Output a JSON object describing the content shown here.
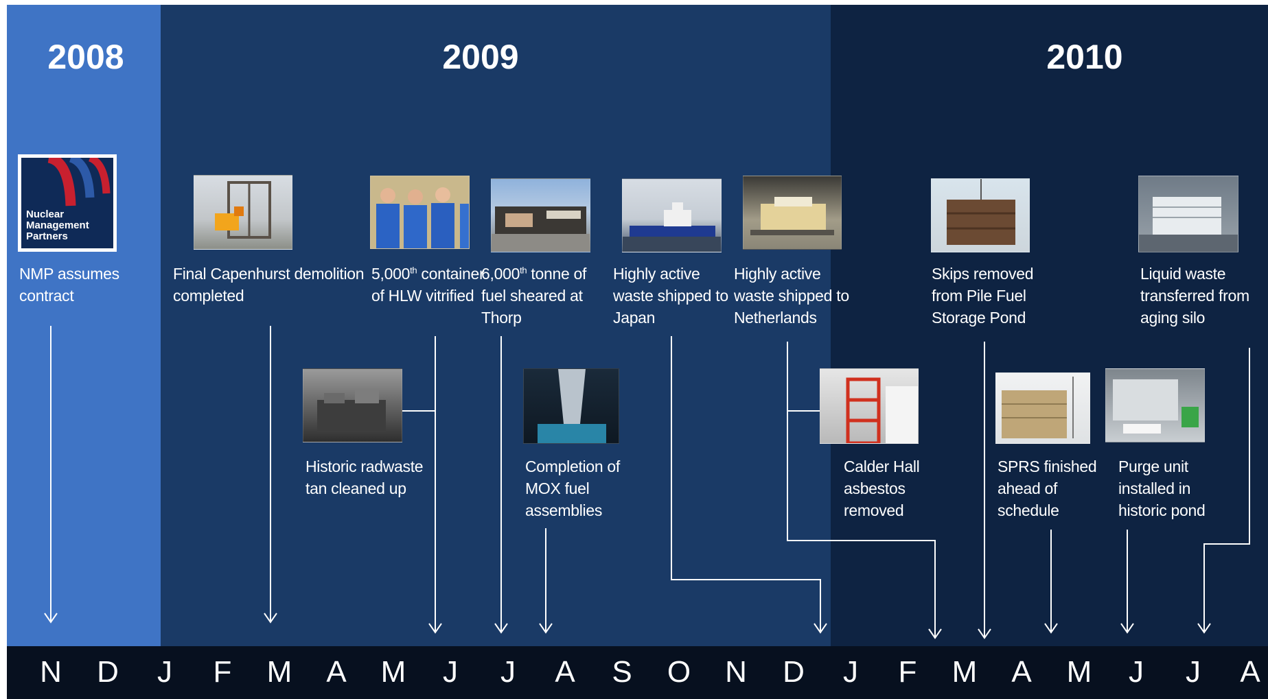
{
  "years": {
    "y2008": "2008",
    "y2009": "2009",
    "y2010": "2010"
  },
  "logo": {
    "line1": "Nuclear",
    "line2": "Management",
    "line3": "Partners"
  },
  "events": {
    "nmp": {
      "l1": "NMP assumes",
      "l2": "contract"
    },
    "capenhurst": {
      "l1": "Final Capenhurst demolition",
      "l2": "completed"
    },
    "hlw": {
      "num": "5,000",
      "sup": "th",
      "rest": " container",
      "l2": "of HLW vitrified"
    },
    "thorp": {
      "num": "6,000",
      "sup": "th",
      "rest": " tonne of",
      "l2": "fuel sheared at",
      "l3": "Thorp"
    },
    "japan": {
      "l1": "Highly active",
      "l2": "waste shipped to",
      "l3": "Japan"
    },
    "netherlands": {
      "l1": "Highly active",
      "l2": "waste shipped to",
      "l3": "Netherlands"
    },
    "skips": {
      "l1": "Skips removed",
      "l2": "from Pile Fuel",
      "l3": "Storage Pond"
    },
    "liquid": {
      "l1": "Liquid waste",
      "l2": "transferred from",
      "l3": "aging silo"
    },
    "radwaste": {
      "l1": "Historic radwaste",
      "l2": "tan cleaned up"
    },
    "mox": {
      "l1": "Completion of",
      "l2": "MOX fuel",
      "l3": "assemblies"
    },
    "calder": {
      "l1": "Calder Hall",
      "l2": "asbestos",
      "l3": "removed"
    },
    "sprs": {
      "l1": "SPRS finished",
      "l2": "ahead of",
      "l3": "schedule"
    },
    "purge": {
      "l1": "Purge unit",
      "l2": "installed in",
      "l3": "historic pond"
    }
  },
  "months": [
    "N",
    "D",
    "J",
    "F",
    "M",
    "A",
    "M",
    "J",
    "J",
    "A",
    "S",
    "O",
    "N",
    "D",
    "J",
    "F",
    "M",
    "A",
    "M",
    "J",
    "J",
    "A"
  ],
  "colors": {
    "panel_2008": "#3f74c5",
    "panel_2009": "#1a3a66",
    "panel_2010": "#0e2342",
    "timeline_bar": "#07101f",
    "text": "#ffffff"
  }
}
